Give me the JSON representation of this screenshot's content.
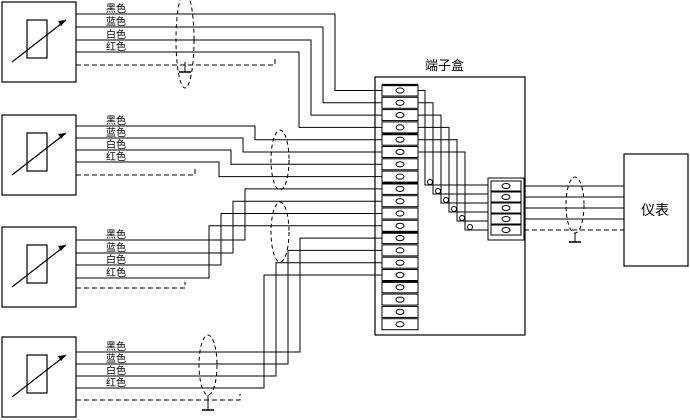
{
  "wire_colors": [
    "黑色",
    "蓝色",
    "白色",
    "红色"
  ],
  "junction_box": {
    "label": "端子盒"
  },
  "instrument": {
    "label": "仪表"
  },
  "sensor_count": 4,
  "terminals_per_group": 4
}
